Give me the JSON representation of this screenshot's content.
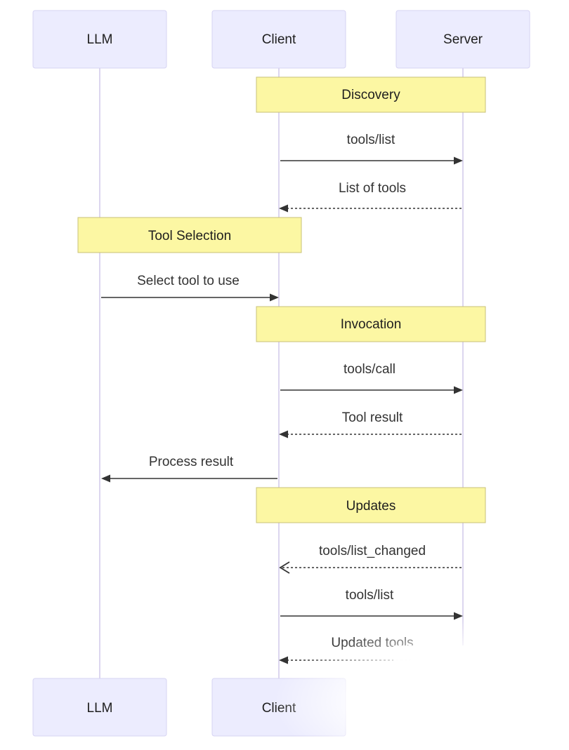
{
  "participants": [
    {
      "id": "llm",
      "label": "LLM"
    },
    {
      "id": "client",
      "label": "Client"
    },
    {
      "id": "server",
      "label": "Server"
    }
  ],
  "notes": {
    "discovery": "Discovery",
    "tool_selection": "Tool Selection",
    "invocation": "Invocation",
    "updates": "Updates"
  },
  "messages": {
    "tools_list_1": "tools/list",
    "list_of_tools": "List of tools",
    "select_tool": "Select tool to use",
    "tools_call": "tools/call",
    "tool_result": "Tool result",
    "process_result": "Process result",
    "list_changed": "tools/list_changed",
    "tools_list_2": "tools/list",
    "updated_tools": "Updated tools"
  },
  "colors": {
    "actor_fill": "#ececfe",
    "lifeline": "#dcd6ef",
    "note_fill": "#fcf7a3",
    "arrow": "#333333"
  }
}
